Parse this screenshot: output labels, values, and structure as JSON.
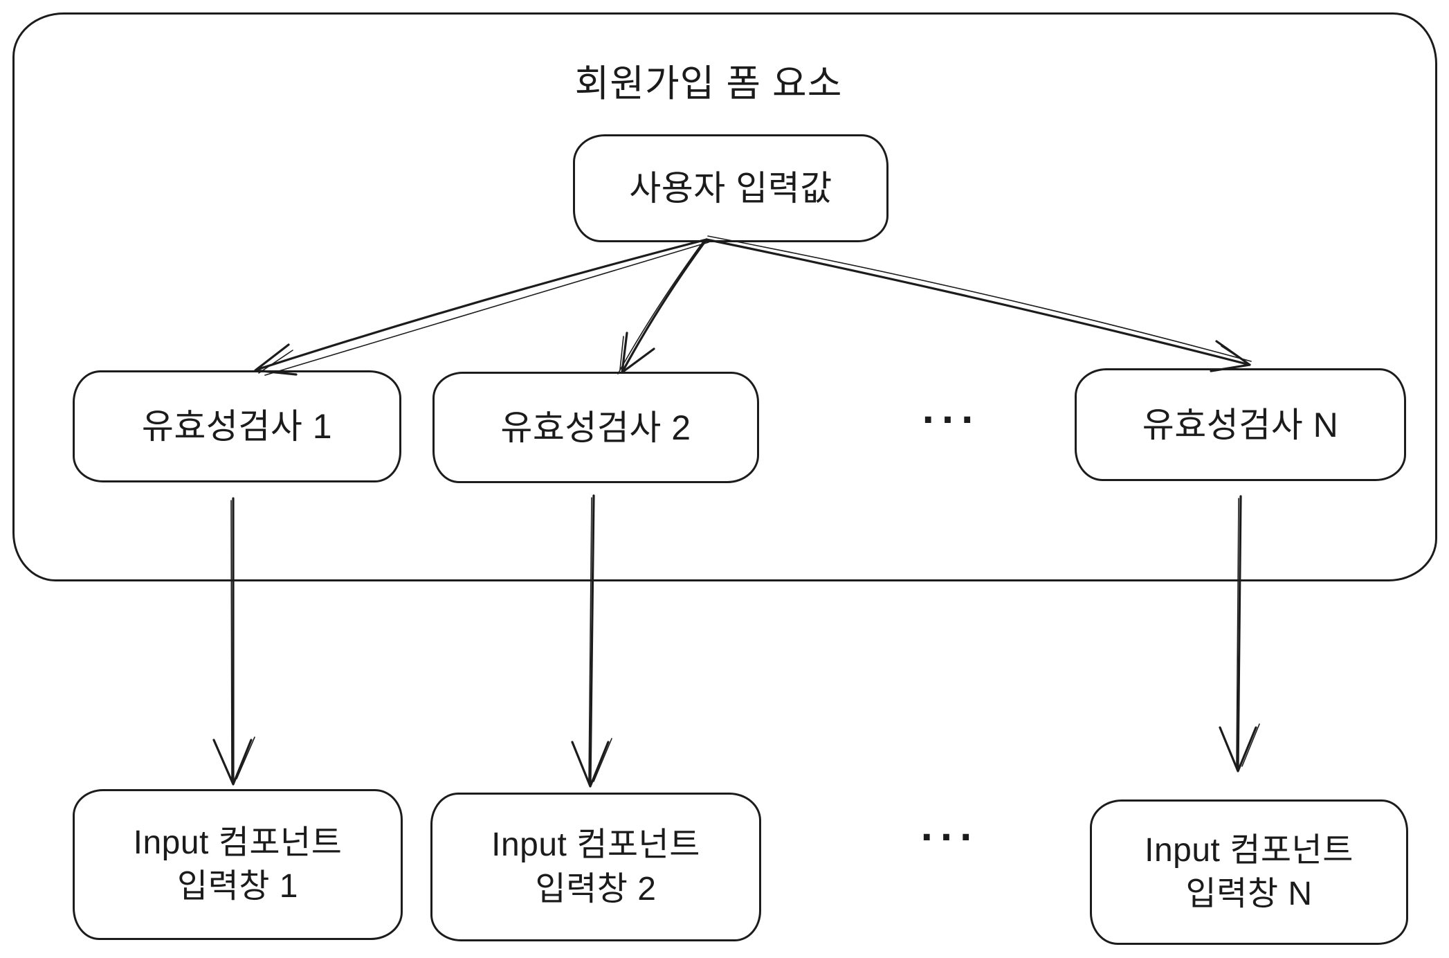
{
  "diagram": {
    "group": {
      "title": "회원가입 폼 요소"
    },
    "nodes": {
      "user_input": {
        "label": "사용자 입력값"
      },
      "validation_1": {
        "label": "유효성검사 1"
      },
      "validation_2": {
        "label": "유효성검사 2"
      },
      "validation_n": {
        "label": "유효성검사 N"
      },
      "input_1": {
        "label": "Input 컴포넌트\n입력창 1"
      },
      "input_2": {
        "label": "Input 컴포넌트\n입력창 2"
      },
      "input_n": {
        "label": "Input 컴포넌트\n입력창 N"
      }
    },
    "ellipsis_top": "...",
    "ellipsis_bottom": "...",
    "edges": [
      {
        "from": "user_input",
        "to": "validation_1"
      },
      {
        "from": "user_input",
        "to": "validation_2"
      },
      {
        "from": "user_input",
        "to": "validation_n"
      },
      {
        "from": "validation_1",
        "to": "input_1"
      },
      {
        "from": "validation_2",
        "to": "input_2"
      },
      {
        "from": "validation_n",
        "to": "input_n"
      }
    ],
    "colors": {
      "stroke": "#1c1c1c",
      "background": "#ffffff"
    }
  }
}
